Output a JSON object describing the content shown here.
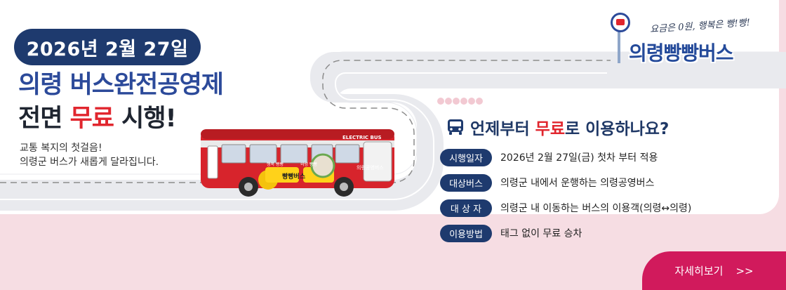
{
  "banner": {
    "date": "2026년 2월 27일",
    "headline_line1": "의령 버스완전공영제",
    "headline_line2_pre": "전면 ",
    "headline_line2_highlight": "무료",
    "headline_line2_post": " 시행!",
    "description_line1": "교통 복지의 첫걸음!",
    "description_line2": "의령군 버스가 새롭게 달라집니다."
  },
  "brand": {
    "slogan": "요금은 0원, 행복은 빵!빵!",
    "name": "의령빵빵버스"
  },
  "bus": {
    "roof_label": "ELECTRIC BUS",
    "side_label": "의령공영버스",
    "wrap_text_1": "행복 빵빵",
    "wrap_text_2": "의령 빵빵",
    "wrap_text_main": "빵빵버스"
  },
  "info": {
    "title_pre": "언제부터 ",
    "title_highlight": "무료",
    "title_post": "로 이용하나요?",
    "rows": [
      {
        "label": "시행일자",
        "value": "2026년 2월 27일(금) 첫차 부터 적용"
      },
      {
        "label": "대상버스",
        "value": "의령군 내에서 운행하는 의령공영버스"
      },
      {
        "label": "대 상 자",
        "value": "의령군 내 이동하는 버스의 이용객(의령↔의령)"
      },
      {
        "label": "이용방법",
        "value": "태그 없이 무료 승차"
      }
    ]
  },
  "cta": {
    "label": "자세히보기",
    "arrow": ">>"
  },
  "colors": {
    "navy": "#1e3a6e",
    "blue": "#2c4a9a",
    "red": "#e1262e",
    "pink_bg": "#f6dde3",
    "cta": "#d11a5c"
  }
}
